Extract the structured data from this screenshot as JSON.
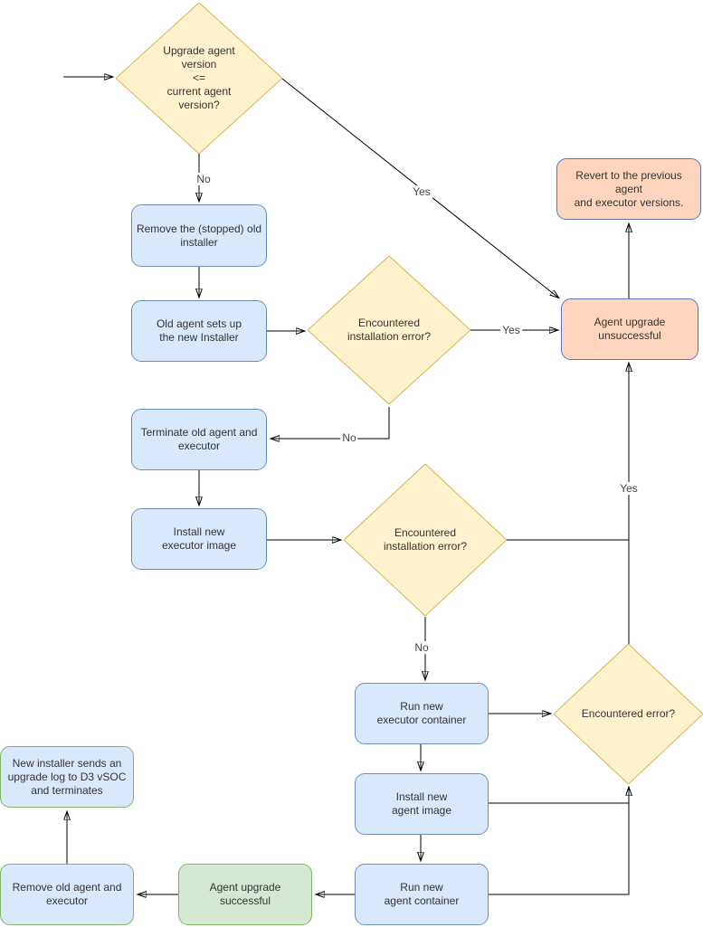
{
  "diagram_type": "flowchart",
  "colors": {
    "decision_fill": "#fff2cc",
    "decision_stroke": "#d6b656",
    "process_fill": "#dae8fc",
    "process_stroke": "#6c8ebf",
    "fail_fill": "#ffd6bd",
    "fail_stroke": "#5c73c4",
    "success_fill": "#d5e8d4",
    "success_stroke": "#82b366",
    "edge_color": "#000000"
  },
  "nodes": {
    "decision_upgrade_version": {
      "type": "decision",
      "label": "Upgrade agent\nversion\n<=\ncurrent agent\nversion?"
    },
    "remove_stopped_installer": {
      "type": "process",
      "label": "Remove the (stopped) old\ninstaller"
    },
    "old_agent_setup": {
      "type": "process",
      "label": "Old agent sets up\nthe new Installer"
    },
    "decision_install_error_1": {
      "type": "decision",
      "label": "Encountered\ninstallation error?"
    },
    "agent_upgrade_unsuccessful": {
      "type": "terminator-fail",
      "label": "Agent upgrade\nunsuccessful"
    },
    "revert_versions": {
      "type": "terminator-fail",
      "label": "Revert to the previous agent\nand executor versions."
    },
    "terminate_old_agent": {
      "type": "process",
      "label": "Terminate old agent and\nexecutor"
    },
    "install_executor_image": {
      "type": "process",
      "label": "Install new\nexecutor image"
    },
    "decision_install_error_2": {
      "type": "decision",
      "label": "Encountered\ninstallation error?"
    },
    "run_executor_container": {
      "type": "process",
      "label": "Run new\nexecutor container"
    },
    "decision_error": {
      "type": "decision",
      "label": "Encountered error?"
    },
    "install_agent_image": {
      "type": "process",
      "label": "Install new\nagent image"
    },
    "run_agent_container": {
      "type": "process",
      "label": "Run new\nagent container"
    },
    "agent_upgrade_successful": {
      "type": "terminator-success",
      "label": "Agent upgrade\nsuccessful"
    },
    "remove_old_agent": {
      "type": "process-final",
      "label": "Remove old agent and\nexecutor"
    },
    "new_installer_log": {
      "type": "process-final",
      "label": "New installer sends an\nupgrade log to D3 vSOC\nand terminates"
    }
  },
  "edge_labels": {
    "d1_no": "No",
    "d1_yes": "Yes",
    "d2_yes": "Yes",
    "d2_no": "No",
    "d3_no": "No",
    "merged_yes": "Yes"
  }
}
